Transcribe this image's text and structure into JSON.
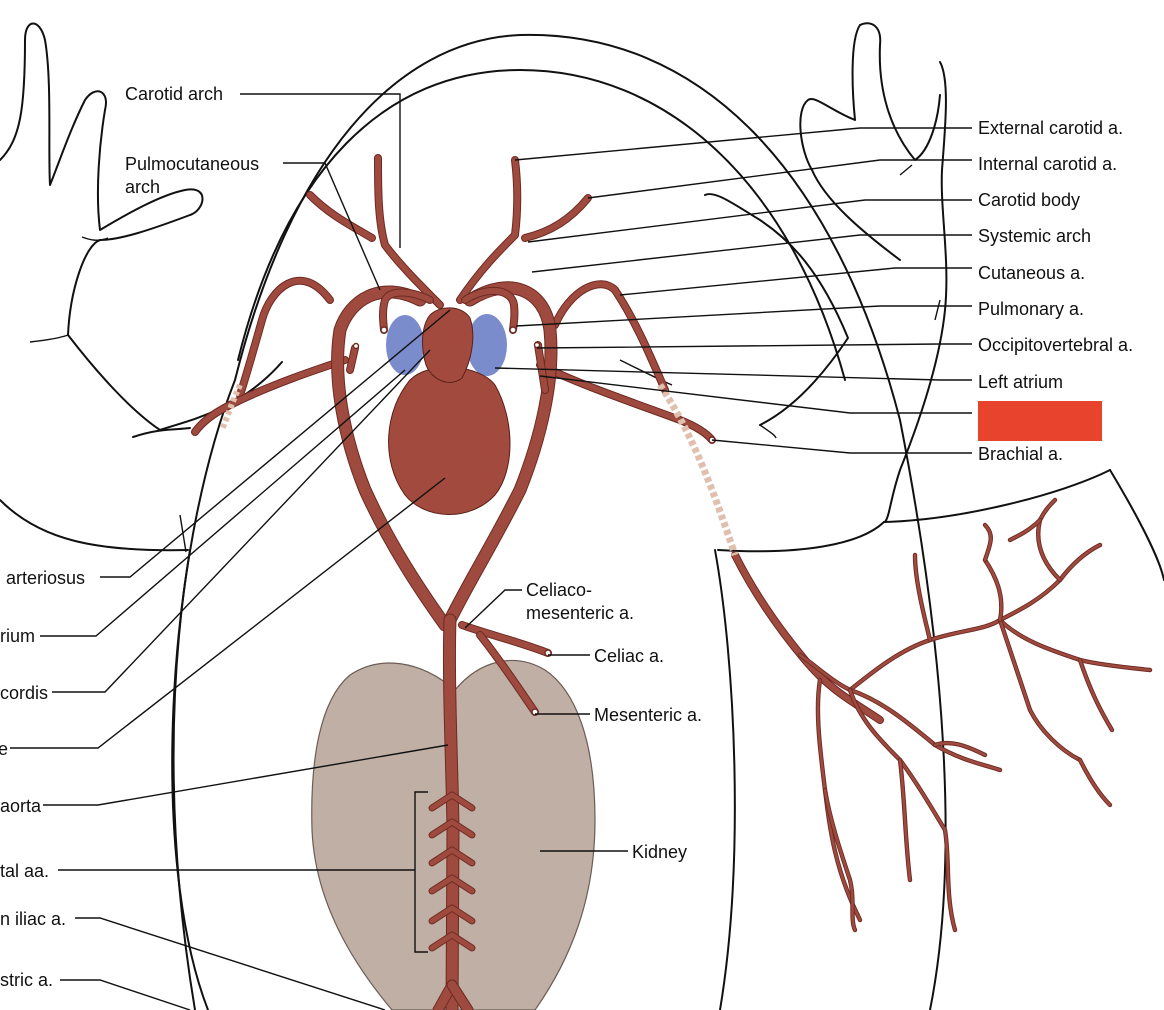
{
  "colors": {
    "artery": "#9e4a3f",
    "artery_dark": "#6e2a22",
    "atrium": "#7b8ccc",
    "ventricle": "#a34a3f",
    "kidney": "#c0afa4",
    "hidden_label": "#e8432d",
    "dashed_vessel": "#e1bfae"
  },
  "labels": {
    "carotid_arch": "Carotid arch",
    "pulmocutaneous_arch_line1": "Pulmocutaneous",
    "pulmocutaneous_arch_line2": "arch",
    "external_carotid": "External carotid a.",
    "internal_carotid": "Internal carotid a.",
    "carotid_body": "Carotid body",
    "systemic_arch": "Systemic arch",
    "cutaneous": "Cutaneous a.",
    "pulmonary": "Pulmonary a.",
    "occipitovertebral": "Occipitovertebral a.",
    "left_atrium": "Left atrium",
    "brachial": "Brachial a.",
    "conus_arteriosus_partial": "arteriosus",
    "right_atrium_partial": "rium",
    "sinus_venosus_partial": "cordis",
    "ventricle_partial": "e",
    "dorsal_aorta_partial": "aorta",
    "segmental_partial": "tal aa.",
    "iliac_partial": "n iliac a.",
    "epigastric_partial": "stric a.",
    "celiacomesenteric_line1": "Celiaco-",
    "celiacomesenteric_line2": "mesenteric a.",
    "celiac": "Celiac a.",
    "mesenteric": "Mesenteric a.",
    "kidney": "Kidney"
  }
}
